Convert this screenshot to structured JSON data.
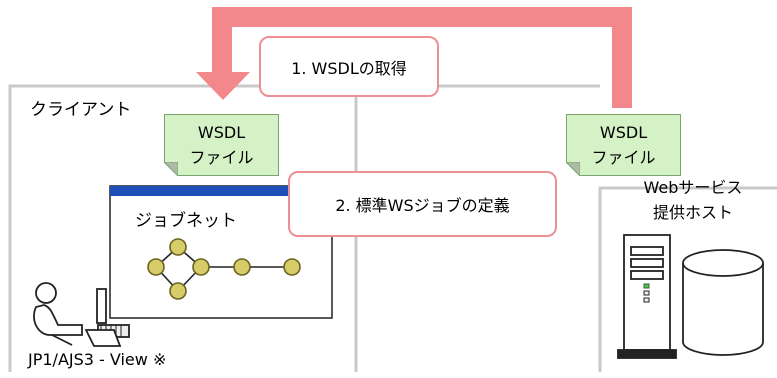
{
  "client": {
    "title": "クライアント",
    "software": "JP1/AJS3 - View ※"
  },
  "host": {
    "title": "Webサービス 提供ホスト"
  },
  "wsdl_file_local": {
    "line1": "WSDL",
    "line2": "ファイル"
  },
  "wsdl_file_remote": {
    "line1": "WSDL",
    "line2": "ファイル"
  },
  "steps": [
    {
      "label": "1. WSDLの取得"
    },
    {
      "label": "2. 標準WSジョブの定義"
    }
  ],
  "jobnet": {
    "title": "ジョブネット"
  },
  "colors": {
    "panel_border": "#c8c8c8",
    "arrow": "#f3888c",
    "callout_border": "#ee8f95",
    "note_fill": "#d4f2c6",
    "window_titlebar": "#1f4fb8",
    "node_fill": "#d6cc68",
    "node_stroke": "#6a6320"
  }
}
